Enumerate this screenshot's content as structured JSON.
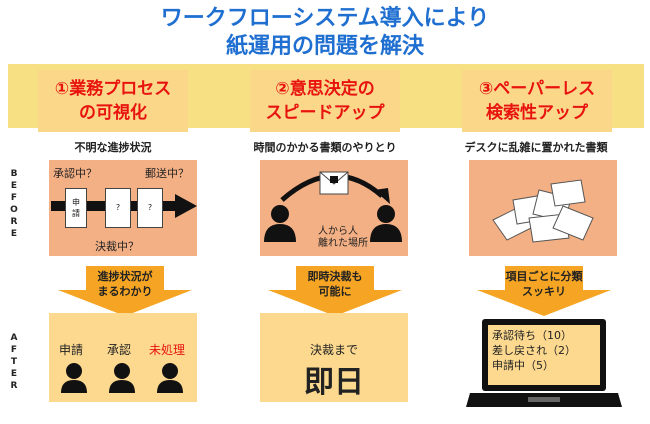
{
  "title": {
    "line1": "ワークフローシステム導入により",
    "line2": "紙運用の問題を解決"
  },
  "side": {
    "before": [
      "B",
      "E",
      "F",
      "O",
      "R",
      "E"
    ],
    "after": [
      "A",
      "F",
      "T",
      "E",
      "R"
    ]
  },
  "columns": [
    {
      "header": [
        "①業務プロセス",
        "の可視化"
      ],
      "problem": "不明な進捗状況",
      "before": {
        "approving": "承認中？",
        "mailing": "郵送中？",
        "deciding": "決裁中？",
        "doc1": [
          "申",
          "請"
        ],
        "doc2": "?",
        "doc3": "?"
      },
      "benefit": [
        "進捗状況が",
        "まるわかり"
      ],
      "after": {
        "labels": [
          "申請",
          "承認",
          "未処理"
        ],
        "highlight_color": "#e8130f"
      }
    },
    {
      "header": [
        "②意思決定の",
        "スピードアップ"
      ],
      "problem": "時間のかかる書類のやりとり",
      "before": {
        "caption": [
          "人から人",
          "離れた場所"
        ]
      },
      "benefit": [
        "即時決裁も",
        "可能に"
      ],
      "after": {
        "label": "決裁まで",
        "big": "即日"
      }
    },
    {
      "header": [
        "③ペーパーレス",
        "検索性アップ"
      ],
      "problem": "デスクに乱雑に置かれた書類",
      "before": {},
      "benefit": [
        "項目ごとに分類",
        "スッキリ"
      ],
      "after": {
        "lines": [
          "承認待ち（10）",
          "差し戻され（2）",
          "申請中（5）"
        ]
      }
    }
  ],
  "colors": {
    "title": "#1f6fd1",
    "header_text": "#e8130f",
    "arrow": "#f5a523",
    "before_box": "#f4b085",
    "after_box": "#fcd98f"
  }
}
